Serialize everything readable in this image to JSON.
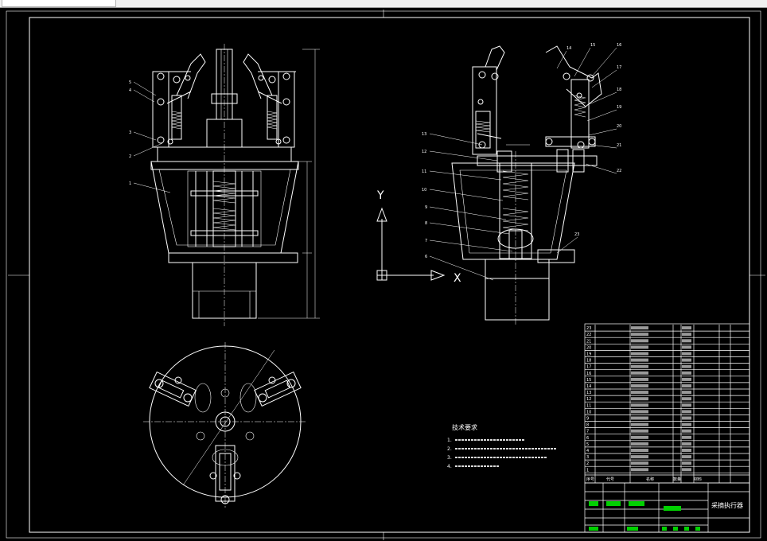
{
  "drawing": {
    "title": "采摘执行器",
    "axis_labels": {
      "y": "Y",
      "x": "X"
    },
    "tech_requirements": {
      "heading": "技术要求",
      "items": [
        "1.",
        "2.",
        "3.",
        "4."
      ]
    },
    "part_balloons_front": [
      "5",
      "4",
      "3",
      "2",
      "1"
    ],
    "part_balloons_side_left": [
      "13",
      "12",
      "11",
      "10",
      "9",
      "8",
      "7",
      "6"
    ],
    "part_balloons_side_right": [
      "14",
      "15",
      "16",
      "17",
      "18",
      "19",
      "20",
      "21",
      "22",
      "23"
    ],
    "bom_row_numbers": [
      "23",
      "22",
      "21",
      "20",
      "19",
      "18",
      "17",
      "16",
      "15",
      "14",
      "13",
      "12",
      "11",
      "10",
      "9",
      "8",
      "7",
      "6",
      "5",
      "4",
      "3",
      "2",
      "1"
    ],
    "bom_header": [
      "序号",
      "代号",
      "名称",
      "数量",
      "材料"
    ]
  },
  "colors": {
    "background": "#000000",
    "lines": "#ffffff",
    "highlight": "#00d000",
    "topbar": "#f0f0f0"
  }
}
